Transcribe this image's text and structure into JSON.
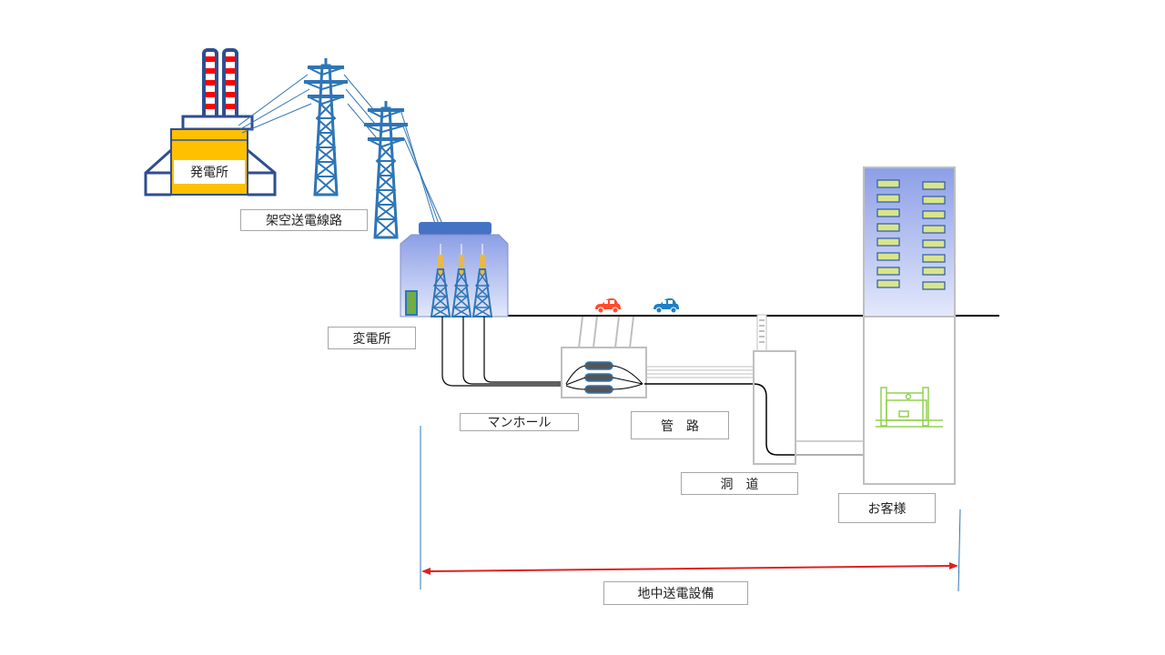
{
  "labels": {
    "power_plant": "発電所",
    "overhead_line": "架空送電線路",
    "substation": "変電所",
    "manhole": "マンホール",
    "conduit": "管　路",
    "tunnel": "洞　道",
    "customer": "お客様",
    "underground_facility": "地中送電設備"
  },
  "colors": {
    "tower": "#2e75b6",
    "plant_body": "#ffc000",
    "plant_frame": "#2f4e8f",
    "chimney_red": "#ff0000",
    "arrow": "#e02020",
    "car_red": "#ff4d2e",
    "car_blue": "#1f7fc4",
    "equipment_green": "#92d050",
    "building_blue": "#8c9fe6"
  }
}
